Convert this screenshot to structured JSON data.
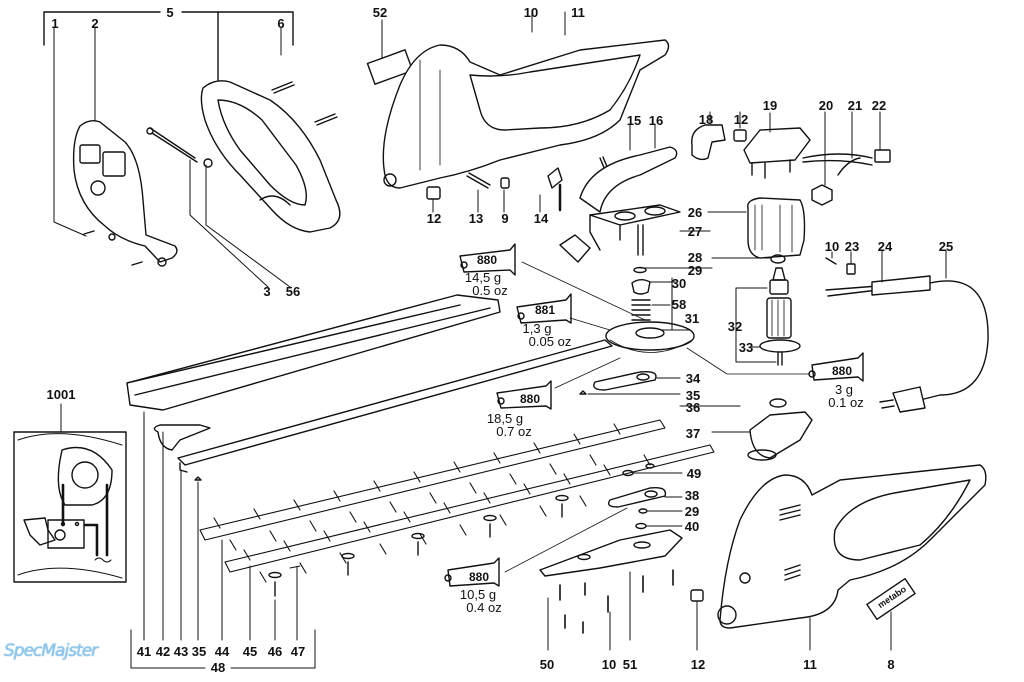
{
  "diagram": {
    "title": "Hedge trimmer exploded parts diagram",
    "part_labels": [
      {
        "id": "p1",
        "text": "1"
      },
      {
        "id": "p2",
        "text": "2"
      },
      {
        "id": "p3",
        "text": "3"
      },
      {
        "id": "p5",
        "text": "5"
      },
      {
        "id": "p6",
        "text": "6"
      },
      {
        "id": "p8",
        "text": "8"
      },
      {
        "id": "p9",
        "text": "9"
      },
      {
        "id": "p10a",
        "text": "10"
      },
      {
        "id": "p10b",
        "text": "10"
      },
      {
        "id": "p10c",
        "text": "10"
      },
      {
        "id": "p11a",
        "text": "11"
      },
      {
        "id": "p11b",
        "text": "11"
      },
      {
        "id": "p12a",
        "text": "12"
      },
      {
        "id": "p12b",
        "text": "12"
      },
      {
        "id": "p12c",
        "text": "12"
      },
      {
        "id": "p13",
        "text": "13"
      },
      {
        "id": "p14",
        "text": "14"
      },
      {
        "id": "p15",
        "text": "15"
      },
      {
        "id": "p16",
        "text": "16"
      },
      {
        "id": "p18",
        "text": "18"
      },
      {
        "id": "p19",
        "text": "19"
      },
      {
        "id": "p20",
        "text": "20"
      },
      {
        "id": "p21",
        "text": "21"
      },
      {
        "id": "p22",
        "text": "22"
      },
      {
        "id": "p23",
        "text": "23"
      },
      {
        "id": "p24",
        "text": "24"
      },
      {
        "id": "p25",
        "text": "25"
      },
      {
        "id": "p26",
        "text": "26"
      },
      {
        "id": "p27",
        "text": "27"
      },
      {
        "id": "p28",
        "text": "28"
      },
      {
        "id": "p29a",
        "text": "29"
      },
      {
        "id": "p29b",
        "text": "29"
      },
      {
        "id": "p30",
        "text": "30"
      },
      {
        "id": "p31",
        "text": "31"
      },
      {
        "id": "p32",
        "text": "32"
      },
      {
        "id": "p33",
        "text": "33"
      },
      {
        "id": "p34",
        "text": "34"
      },
      {
        "id": "p35a",
        "text": "35"
      },
      {
        "id": "p35b",
        "text": "35"
      },
      {
        "id": "p36",
        "text": "36"
      },
      {
        "id": "p37",
        "text": "37"
      },
      {
        "id": "p38",
        "text": "38"
      },
      {
        "id": "p40",
        "text": "40"
      },
      {
        "id": "p41",
        "text": "41"
      },
      {
        "id": "p42",
        "text": "42"
      },
      {
        "id": "p43",
        "text": "43"
      },
      {
        "id": "p44",
        "text": "44"
      },
      {
        "id": "p45",
        "text": "45"
      },
      {
        "id": "p46",
        "text": "46"
      },
      {
        "id": "p47",
        "text": "47"
      },
      {
        "id": "p48",
        "text": "48"
      },
      {
        "id": "p49",
        "text": "49"
      },
      {
        "id": "p50",
        "text": "50"
      },
      {
        "id": "p51",
        "text": "51"
      },
      {
        "id": "p52",
        "text": "52"
      },
      {
        "id": "p56",
        "text": "56"
      },
      {
        "id": "p58",
        "text": "58"
      },
      {
        "id": "p1001",
        "text": "1001"
      }
    ],
    "grease_tubes": [
      {
        "id": "g1",
        "product": "880",
        "metric": "14,5 g",
        "imperial": "0.5 oz"
      },
      {
        "id": "g2",
        "product": "881",
        "metric": "1,3 g",
        "imperial": "0.05 oz"
      },
      {
        "id": "g3",
        "product": "880",
        "metric": "18,5 g",
        "imperial": "0.7 oz"
      },
      {
        "id": "g4",
        "product": "880",
        "metric": "3 g",
        "imperial": "0.1 oz"
      },
      {
        "id": "g5",
        "product": "880",
        "metric": "10,5 g",
        "imperial": "0.4 oz"
      }
    ],
    "brand_label": "metabo",
    "watermark": "SpecMajster"
  }
}
